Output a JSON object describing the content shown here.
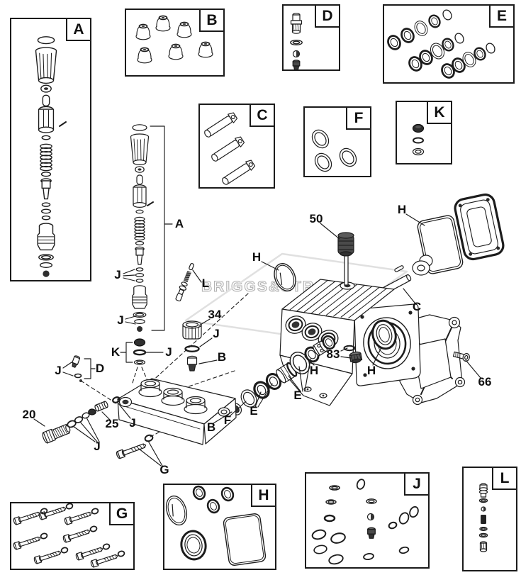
{
  "watermark": {
    "text": "BRIGGS&STRA"
  },
  "kit_boxes": [
    {
      "label": "A"
    },
    {
      "label": "B"
    },
    {
      "label": "D"
    },
    {
      "label": "E"
    },
    {
      "label": "C"
    },
    {
      "label": "F"
    },
    {
      "label": "K"
    },
    {
      "label": "G"
    },
    {
      "label": "H"
    },
    {
      "label": "J"
    },
    {
      "label": "L"
    }
  ],
  "callouts": [
    {
      "text": "A"
    },
    {
      "text": "J"
    },
    {
      "text": "J"
    },
    {
      "text": "K"
    },
    {
      "text": "J"
    },
    {
      "text": "J"
    },
    {
      "text": "D"
    },
    {
      "text": "L"
    },
    {
      "text": "34"
    },
    {
      "text": "J"
    },
    {
      "text": "B"
    },
    {
      "text": "50"
    },
    {
      "text": "H"
    },
    {
      "text": "H"
    },
    {
      "text": "C"
    },
    {
      "text": "H"
    },
    {
      "text": "83"
    },
    {
      "text": "H"
    },
    {
      "text": "66"
    },
    {
      "text": "20"
    },
    {
      "text": "25"
    },
    {
      "text": "J"
    },
    {
      "text": "J"
    },
    {
      "text": "G"
    },
    {
      "text": "B"
    },
    {
      "text": "F"
    },
    {
      "text": "E"
    },
    {
      "text": "E"
    }
  ]
}
